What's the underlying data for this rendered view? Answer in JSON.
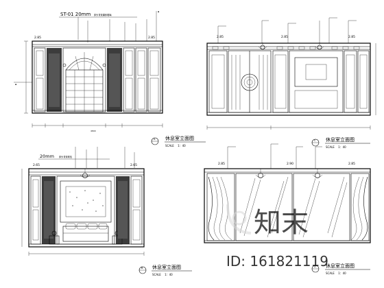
{
  "drawing": {
    "top_left": {
      "callout_main": "ST-01 20mm",
      "callout_small": "床头背景磨砂玻璃",
      "dim_left": "2.85",
      "dim_right": "2.85",
      "scale_label": "SCALE",
      "dim_bottom": "4800"
    },
    "top_right": {
      "dim_left": "2.85",
      "dim_mid": "2.85",
      "dim_right": "2.85",
      "title": "休息室立面图",
      "scale": "SCALE　 1：40",
      "number": "C"
    },
    "bottom_left": {
      "callout_main": "20mm",
      "callout_small": "床头背景软包",
      "dim_left": "2.65",
      "dim_right": "2.65",
      "title": "休息室立面图",
      "scale": "SCALE　 1：40",
      "number": "B"
    },
    "bottom_right": {
      "dim_left": "2.85",
      "dim_mid": "2.90",
      "dim_right": "2.85",
      "title": "休息室立面图",
      "scale": "SCALE　 1：40",
      "number": "D"
    },
    "top_left_title": {
      "title": "休息室立面图",
      "scale": "SCALE　 1：40",
      "number": "A"
    }
  },
  "watermark": {
    "logo_text": "知末",
    "id_text": "ID: 161821119"
  }
}
